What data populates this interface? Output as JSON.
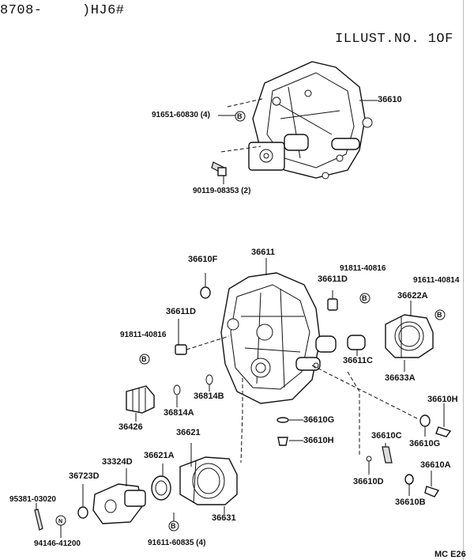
{
  "header": {
    "code_left": "8708-",
    "code_mid": ")HJ6#",
    "illust": "ILLUST.NO. 1OF"
  },
  "footer": {
    "code": "MC E26"
  },
  "labels": {
    "p36610": "36610",
    "p91651": "91651-60830 (4)",
    "p90119": "90119-08353 (2)",
    "p36610F": "36610F",
    "p36611": "36611",
    "p91811a": "91811-40816",
    "p36611Da": "36611D",
    "p91611b": "91611-40814",
    "p36622A": "36622A",
    "p36611Db": "36611D",
    "p91811b": "91811-40816",
    "p36611C": "36611C",
    "p36633A": "36633A",
    "p36814B": "36814B",
    "p36814A": "36814A",
    "p36426": "36426",
    "p36610H_a": "36610H",
    "p36610G_a": "36610G",
    "p36610H_b": "36610H",
    "p36610G_b": "36610G",
    "p36621": "36621",
    "p36621A": "36621A",
    "p33324D": "33324D",
    "p36723D": "36723D",
    "p95381": "95381-03020",
    "p94146": "94146-41200",
    "p36631": "36631",
    "p91611c": "91611-60835 (4)",
    "p36610C": "36610C",
    "p36610D": "36610D",
    "p36610A": "36610A",
    "p36610B": "36610B"
  },
  "markers": {
    "B": "B",
    "N": "N"
  }
}
